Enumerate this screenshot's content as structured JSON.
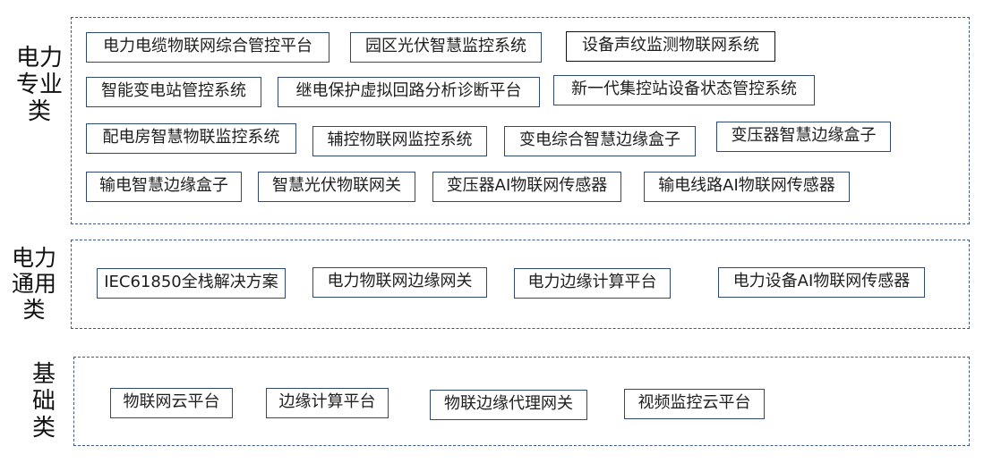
{
  "categories": [
    {
      "label": "电力\n专业\n类",
      "items": [
        "电力电缆物联网综合管控平台",
        "园区光伏智慧监控系统",
        "设备声纹监测物联网系统",
        "智能变电站管控系统",
        "继电保护虚拟回路分析诊断平台",
        "新一代集控站设备状态管控系统",
        "配电房智慧物联监控系统",
        "辅控物联网监控系统",
        "变电综合智慧边缘盒子",
        "变压器智慧边缘盒子",
        "输电智慧边缘盒子",
        "智慧光伏物联网关",
        "变压器AI物联网传感器",
        "输电线路AI物联网传感器"
      ]
    },
    {
      "label": "电力\n通用\n类",
      "items": [
        "IEC61850全栈解决方案",
        "电力物联网边缘网关",
        "电力边缘计算平台",
        "电力设备AI物联网传感器"
      ]
    },
    {
      "label": "基\n础\n类",
      "items": [
        "物联网云平台",
        "边缘计算平台",
        "物联边缘代理网关",
        "视频监控云平台"
      ]
    }
  ],
  "colors": {
    "border": "#2e4a73",
    "dashed": "#3d5a80"
  }
}
